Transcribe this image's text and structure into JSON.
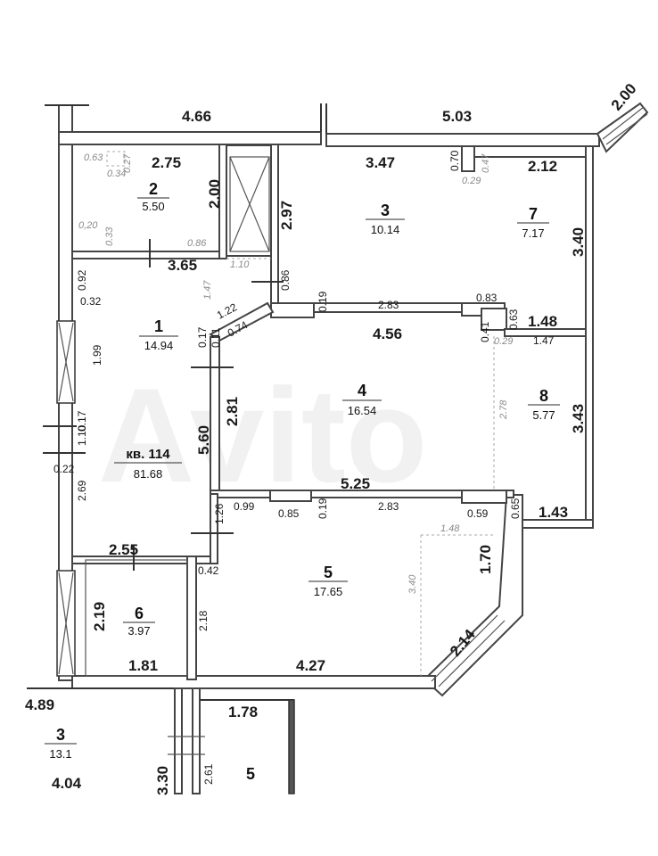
{
  "watermark": "Avito",
  "apartment": {
    "label": "кв. 114",
    "total_area": "81.68"
  },
  "rooms": [
    {
      "id": "room-1",
      "number": "1",
      "area": "14.94"
    },
    {
      "id": "room-2",
      "number": "2",
      "area": "5.50"
    },
    {
      "id": "room-3",
      "number": "3",
      "area": "10.14"
    },
    {
      "id": "room-4",
      "number": "4",
      "area": "16.54"
    },
    {
      "id": "room-5",
      "number": "5",
      "area": "17.65"
    },
    {
      "id": "room-6",
      "number": "6",
      "area": "3.97"
    },
    {
      "id": "room-7",
      "number": "7",
      "area": "7.17"
    },
    {
      "id": "room-8",
      "number": "8",
      "area": "5.77"
    }
  ],
  "outside": {
    "room3_number": "3",
    "room3_area": "13.1",
    "room3_width": "4.89",
    "room3_depth": "4.04",
    "room5_number": "5",
    "corridor_width": "1.78",
    "shaft_len_a": "3.30",
    "shaft_len_b": "2.61"
  },
  "dims_bold": {
    "top_left": "4.66",
    "top_right": "5.03",
    "corner": "2.00",
    "r2_width": "2.75",
    "r2_height": "2.00",
    "r3_width": "3.47",
    "r3_height": "2.97",
    "r7_width": "2.12",
    "r7_height": "3.40",
    "r1_width": "3.65",
    "r4_width": "4.56",
    "r8_width": "1.48",
    "r8_height": "3.43",
    "r4_height": "2.81",
    "r1_height": "5.60",
    "r4_bottom": "5.25",
    "r8_bottom": "1.43",
    "r6_width": "2.55",
    "r5_side": "1.70",
    "r6_height": "2.19",
    "r5_diag": "2.14",
    "r6_bottom": "1.81",
    "r5_bottom": "4.27"
  },
  "dims_small": {
    "d_092": "0.92",
    "d_032": "0.32",
    "d_086": "0.86",
    "d_019a": "0.19",
    "d_283a": "2.83",
    "d_083": "0.83",
    "d_063": "0.63",
    "d_041": "0.41",
    "d_122": "1.22",
    "d_017a": "0.17",
    "d_011": "0.11",
    "d_074": "0.74",
    "d_147": "1.47",
    "d_199": "1.99",
    "d_017b": "0.17",
    "d_110b": "1.10",
    "d_022": "0.22",
    "d_269": "2.69",
    "d_126": "1.26",
    "d_099": "0.99",
    "d_085": "0.85",
    "d_019b": "0.19",
    "d_283b": "2.83",
    "d_059": "0.59",
    "d_065": "0.65",
    "d_042": "0.42",
    "d_218": "2.18",
    "d_070": "0.70"
  },
  "dims_italic": {
    "i_063": "0.63",
    "i_027": "0.27",
    "i_034": "0.34",
    "i_020": "0,20",
    "i_033": "0.33",
    "i_086": "0.86",
    "i_110": "1.10",
    "i_147": "1.47",
    "i_047": "0.47",
    "i_029a": "0.29",
    "i_029b": "0.29",
    "i_278": "2.78",
    "i_148": "1.48",
    "i_340": "3.40"
  }
}
